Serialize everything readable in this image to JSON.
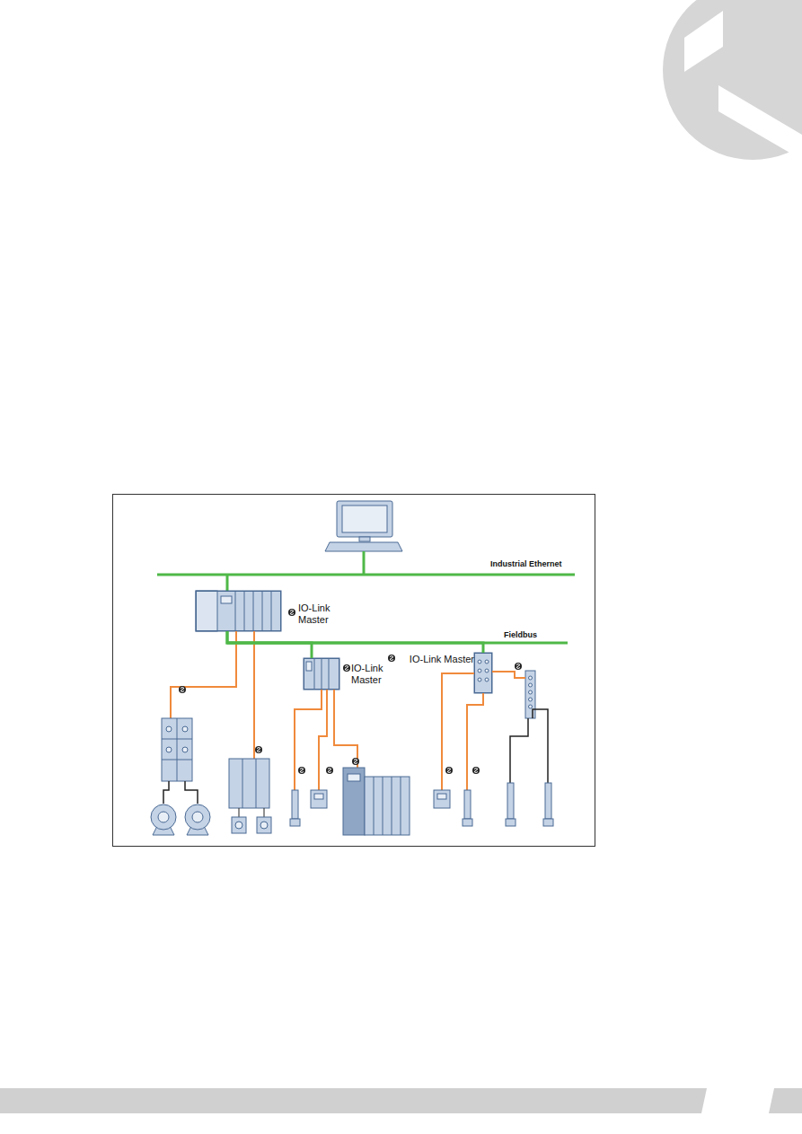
{
  "diagram": {
    "nodes": [
      {
        "text": [
          "IO-Link Master"
        ]
      },
      {
        "text": [
          "IO-Link Master"
        ]
      },
      {
        "text": [
          "IO-Link Master"
        ]
      }
    ],
    "edges": [
      {
        "from": 0,
        "to": 1,
        "arrow": "none"
      },
      {
        "from": 0,
        "to": 2,
        "arrow": "none"
      }
    ],
    "labels": [
      "Industrial Ethernet",
      "Fieldbus"
    ]
  }
}
